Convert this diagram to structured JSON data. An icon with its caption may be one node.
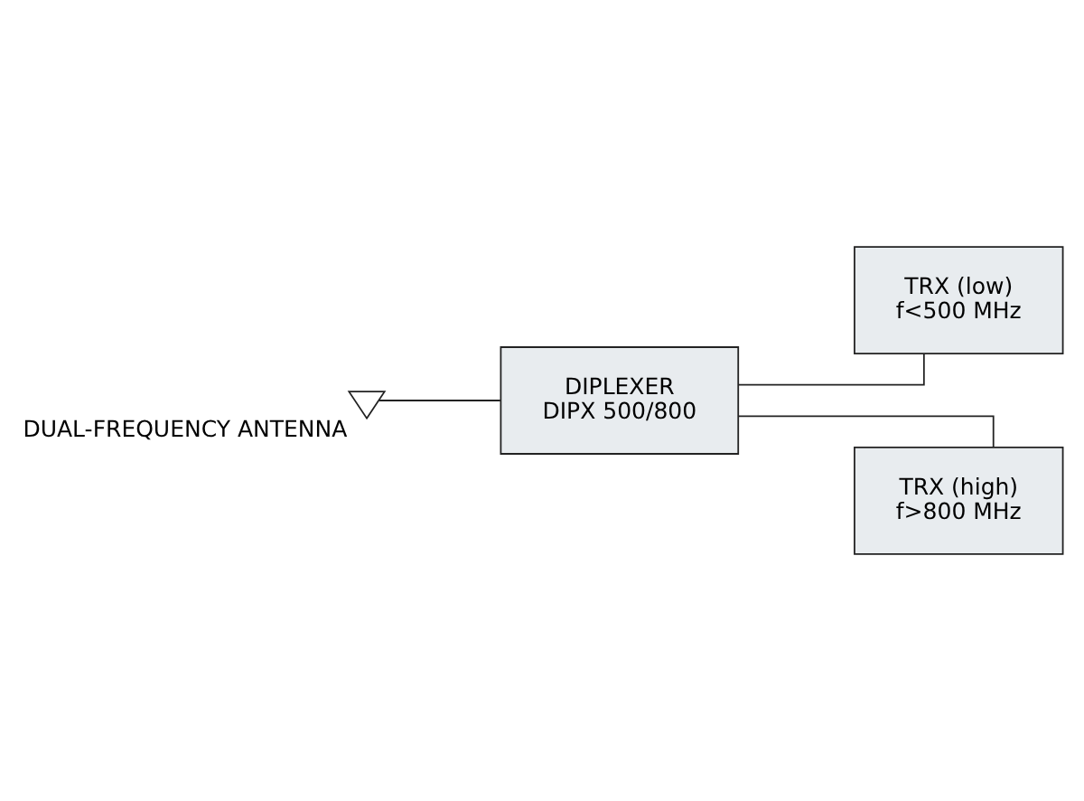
{
  "diagram": {
    "nodes": [
      {
        "text": [],
        "shape": "antenna",
        "beside": [
          "DUAL-FREQUENCY ANTENNA"
        ]
      },
      {
        "text": [
          "DIPLEXER",
          "DIPX 500/800"
        ]
      },
      {
        "text": [
          "TRX (low)",
          "f<500 MHz"
        ]
      },
      {
        "text": [
          "TRX (high)",
          "f>800 MHz"
        ]
      }
    ],
    "edges": [
      {
        "from": 0,
        "to": 1,
        "arrow": "none"
      },
      {
        "from": 1,
        "to": 2,
        "arrow": "none"
      },
      {
        "from": 1,
        "to": 3,
        "arrow": "none"
      }
    ]
  }
}
